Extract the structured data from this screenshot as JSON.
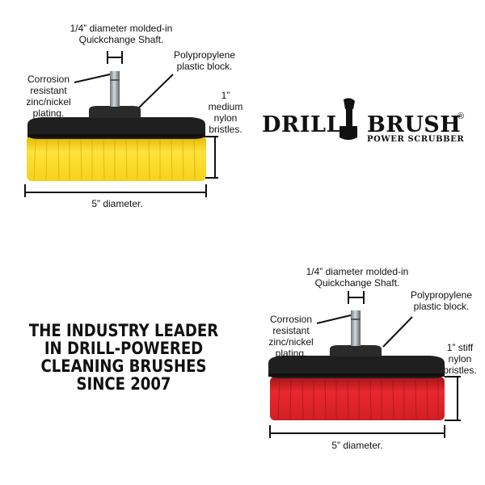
{
  "colors": {
    "yellow_bristles": "#f2d31a",
    "red_bristles": "#d8232a",
    "base_block": "#222222",
    "shaft": "#9aa1a6"
  },
  "brush_top": {
    "shaft_label": [
      "1/4” diameter molded-in",
      "Quickchange Shaft."
    ],
    "plating_label": [
      "Corrosion",
      "resistant",
      "zinc/nickel",
      "plating."
    ],
    "block_label": [
      "Polypropylene",
      "plastic block."
    ],
    "bristle_label": [
      "1”",
      "medium",
      "nylon",
      "bristles."
    ],
    "diameter_label": "5” diameter."
  },
  "brush_bottom": {
    "shaft_label": [
      "1/4” diameter molded-in",
      "Quickchange Shaft."
    ],
    "plating_label": [
      "Corrosion",
      "resistant",
      "zinc/nickel",
      "plating."
    ],
    "block_label": [
      "Polypropylene",
      "plastic block."
    ],
    "bristle_label": [
      "1” stiff",
      "nylon",
      "bristles."
    ],
    "diameter_label": "5” diameter."
  },
  "logo": {
    "word1": "DRILL",
    "word2": "BRUSH",
    "registered": "®",
    "subtitle": "POWER SCRUBBER"
  },
  "tagline": [
    "THE INDUSTRY LEADER",
    "IN DRILL-POWERED",
    "CLEANING BRUSHES",
    "SINCE 2007"
  ]
}
